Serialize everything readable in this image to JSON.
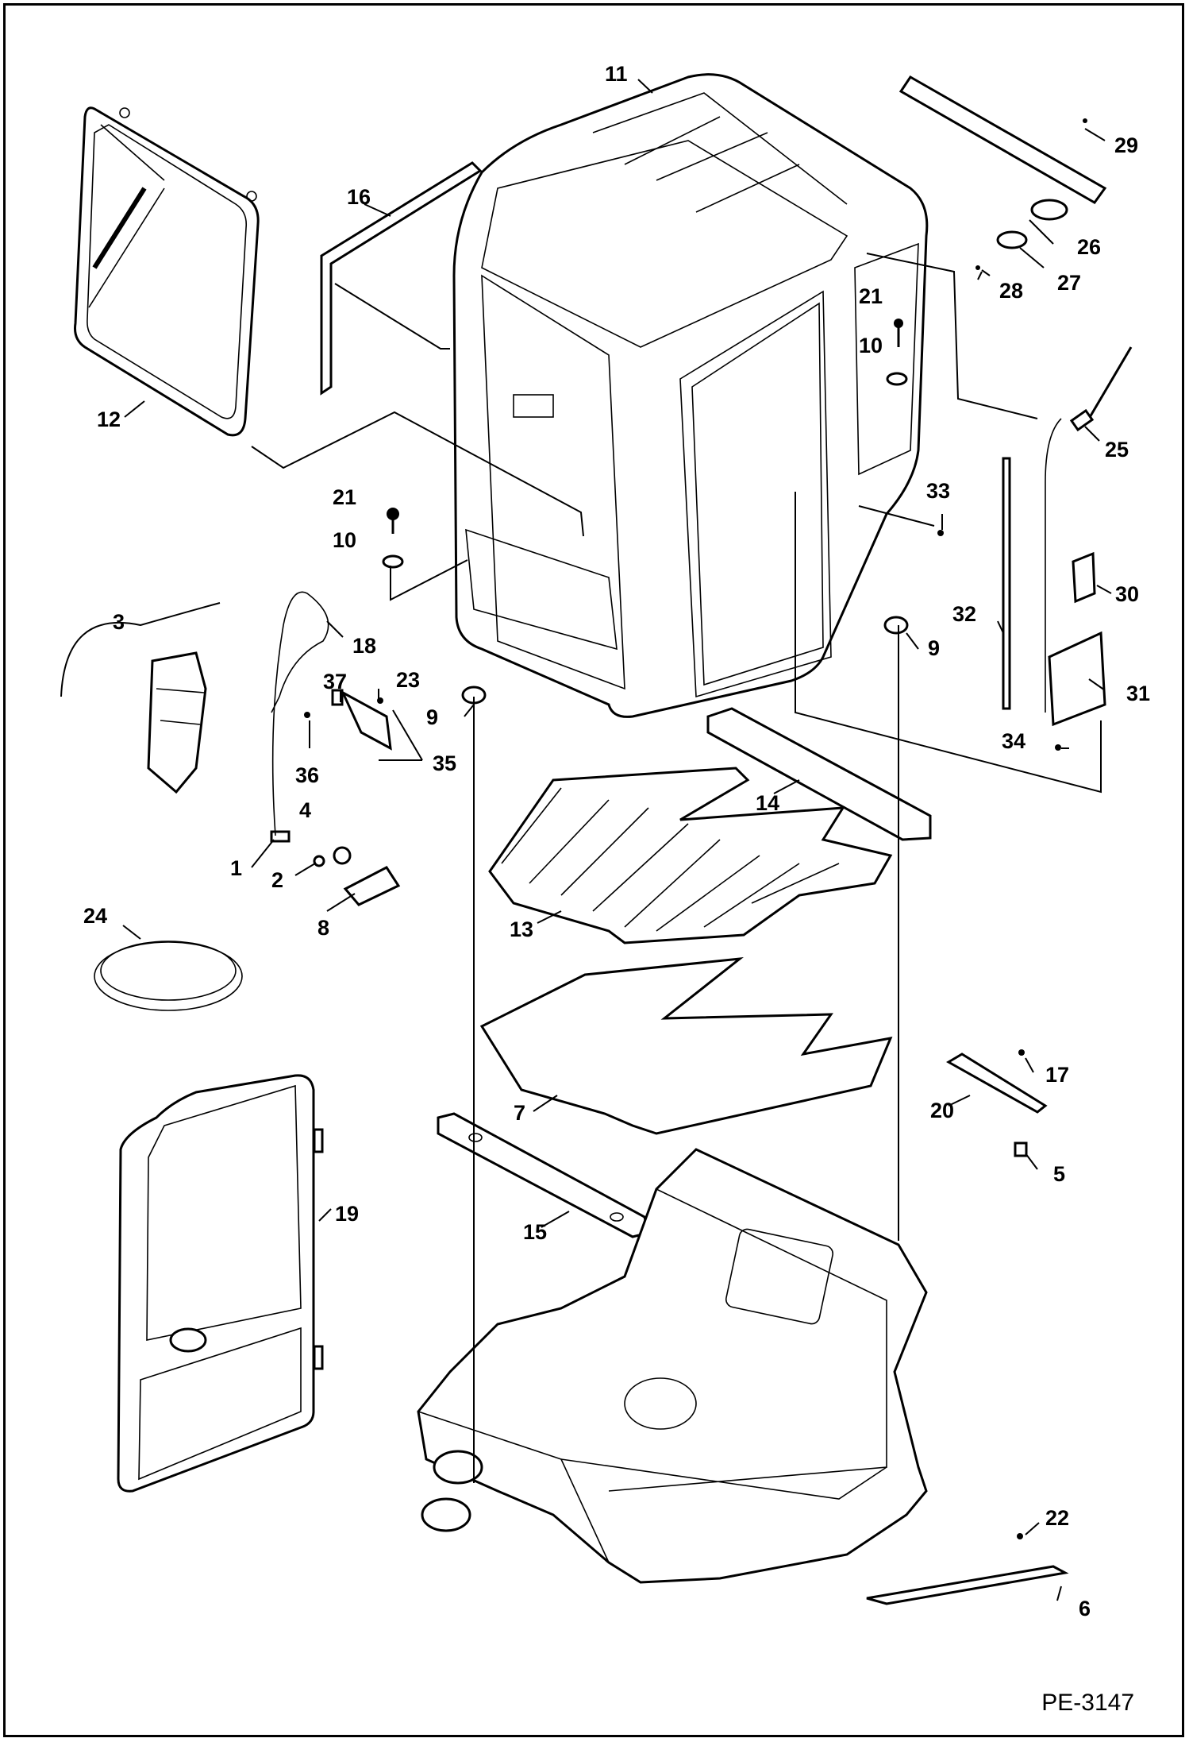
{
  "drawing_code": "PE-3147",
  "callouts": [
    {
      "id": "1"
    },
    {
      "id": "2"
    },
    {
      "id": "3"
    },
    {
      "id": "4"
    },
    {
      "id": "5"
    },
    {
      "id": "6"
    },
    {
      "id": "7"
    },
    {
      "id": "8"
    },
    {
      "id": "9"
    },
    {
      "id": "9b",
      "text": "9"
    },
    {
      "id": "10"
    },
    {
      "id": "10b",
      "text": "10"
    },
    {
      "id": "11"
    },
    {
      "id": "12"
    },
    {
      "id": "13"
    },
    {
      "id": "14"
    },
    {
      "id": "15"
    },
    {
      "id": "16"
    },
    {
      "id": "17"
    },
    {
      "id": "18"
    },
    {
      "id": "19"
    },
    {
      "id": "20"
    },
    {
      "id": "21"
    },
    {
      "id": "21b",
      "text": "21"
    },
    {
      "id": "22"
    },
    {
      "id": "23"
    },
    {
      "id": "24"
    },
    {
      "id": "25"
    },
    {
      "id": "26"
    },
    {
      "id": "27"
    },
    {
      "id": "28"
    },
    {
      "id": "29"
    },
    {
      "id": "30"
    },
    {
      "id": "31"
    },
    {
      "id": "32"
    },
    {
      "id": "33"
    },
    {
      "id": "34"
    },
    {
      "id": "35"
    },
    {
      "id": "36"
    },
    {
      "id": "37"
    }
  ],
  "labels": {
    "l1": "1",
    "l2": "2",
    "l3": "3",
    "l4": "4",
    "l5": "5",
    "l6": "6",
    "l7": "7",
    "l8": "8",
    "l9a": "9",
    "l9b": "9",
    "l10a": "10",
    "l10b": "10",
    "l11": "11",
    "l12": "12",
    "l13": "13",
    "l14": "14",
    "l15": "15",
    "l16": "16",
    "l17": "17",
    "l18": "18",
    "l19": "19",
    "l20": "20",
    "l21a": "21",
    "l21b": "21",
    "l22": "22",
    "l23": "23",
    "l24": "24",
    "l25": "25",
    "l26": "26",
    "l27": "27",
    "l28": "28",
    "l29": "29",
    "l30": "30",
    "l31": "31",
    "l32": "32",
    "l33": "33",
    "l34": "34",
    "l35": "35",
    "l36": "36",
    "l37": "37"
  },
  "colors": {
    "ink": "#000000",
    "paper": "#ffffff"
  }
}
